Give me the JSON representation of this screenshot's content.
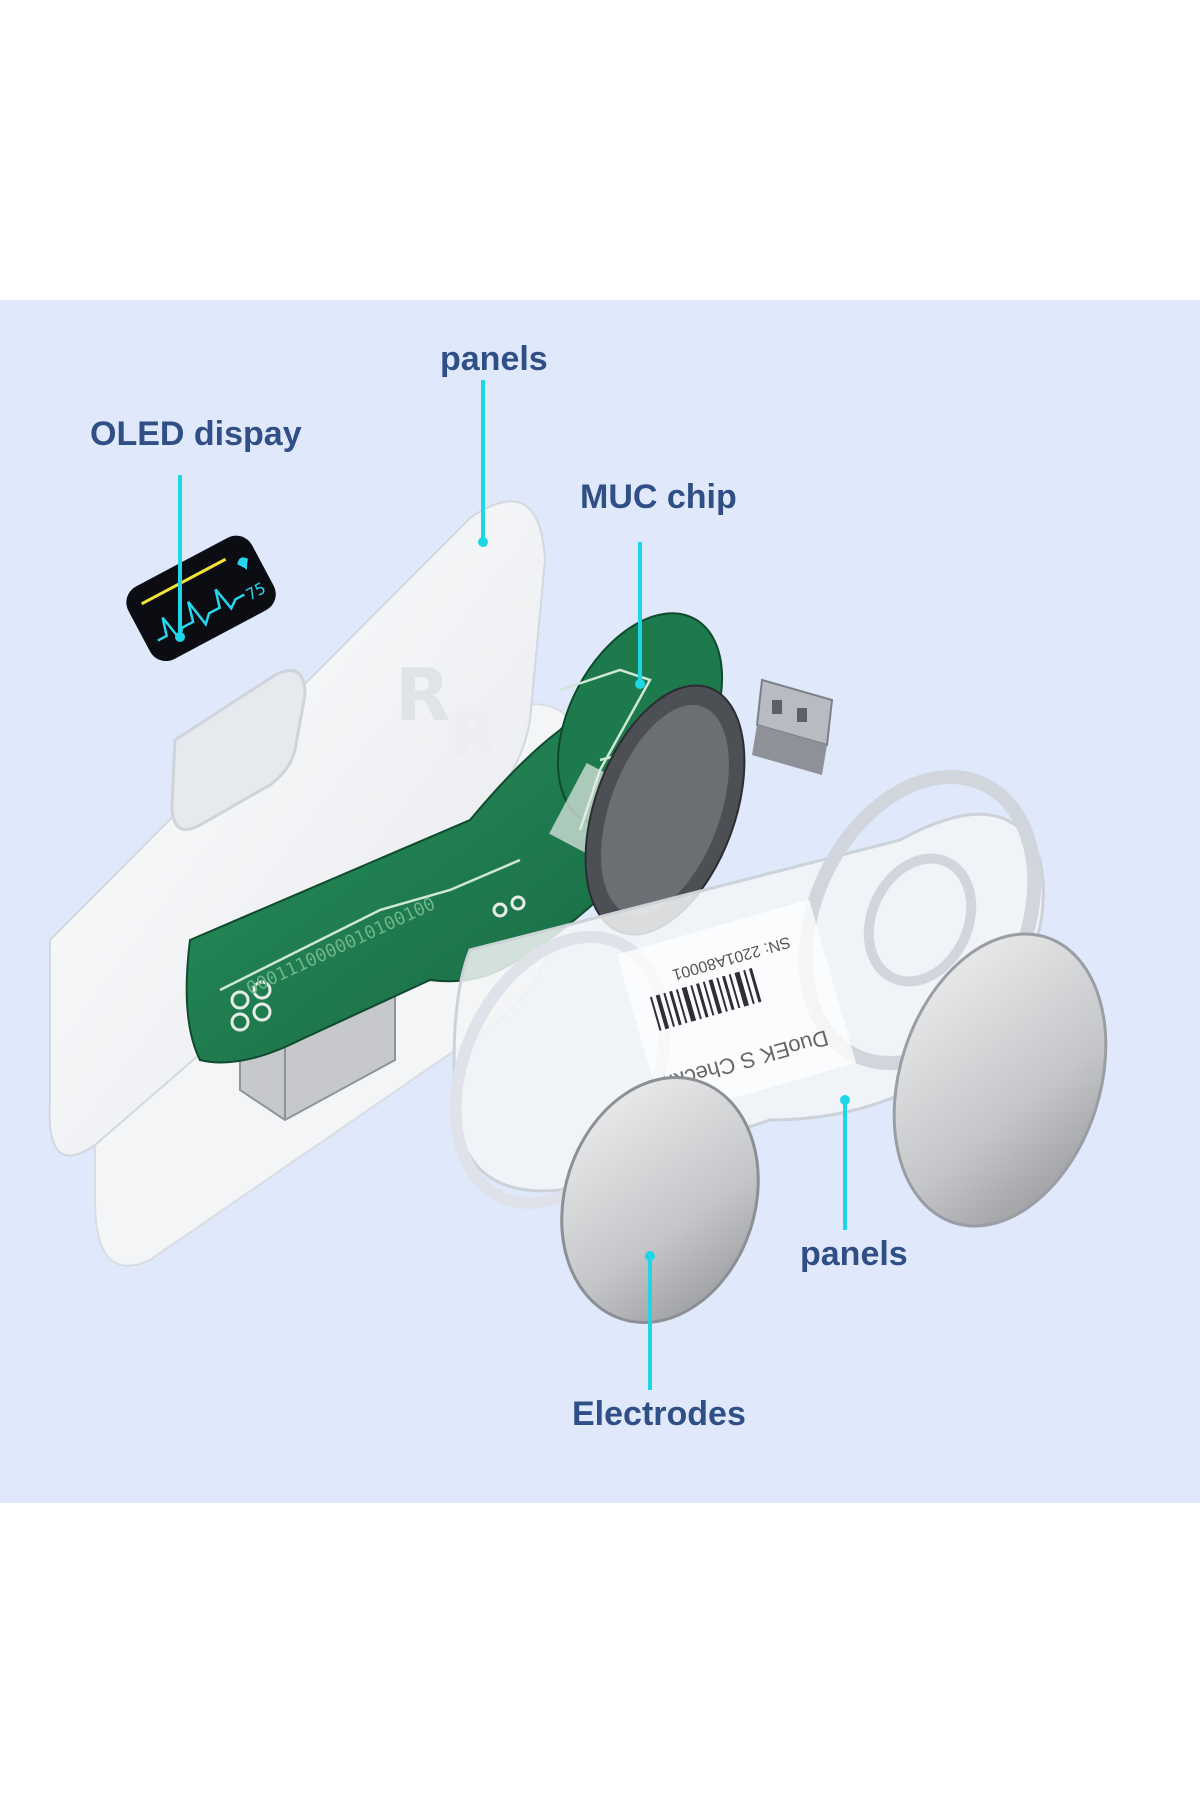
{
  "labels": {
    "panels_top": "panels",
    "oled": "OLED dispay",
    "muc": "MUC chip",
    "panels_bottom": "panels",
    "electrodes": "Electrodes"
  },
  "display_reading": "75",
  "pcb_text": "0001110000010100100",
  "device_label": {
    "brand": "DuoEK S CheckMe",
    "serial": "SN: 2201A80001"
  },
  "colors": {
    "background": "#dfe9fb",
    "label": "#2f4f86",
    "leader": "#1fd6e6",
    "pcb": "#1e7a4f"
  }
}
